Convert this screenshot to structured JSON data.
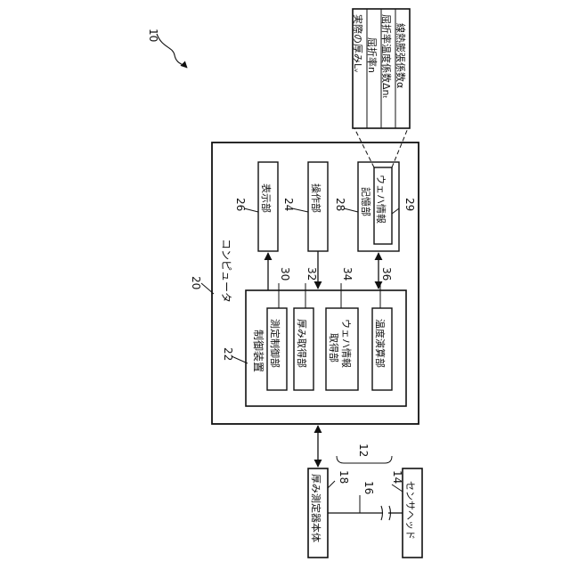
{
  "figure": {
    "ref_system": "10",
    "ref_computer": "20",
    "ref_controller": "22",
    "ref_operation": "24",
    "ref_display": "26",
    "ref_storage": "28",
    "ref_wafer_info": "29",
    "ref_measure_control": "30",
    "ref_thickness_acq": "32",
    "ref_wafer_acq": "34",
    "ref_temp_calc": "36",
    "ref_cable": "12",
    "ref_sensor": "14",
    "ref_fiber": "16",
    "ref_body": "18"
  },
  "labels": {
    "computer": "コンピュータ",
    "controller": "制御装置",
    "measure_control": "測定制御部",
    "thickness_acq": "厚み取得部",
    "wafer_acq_line1": "ウェハ情報",
    "wafer_acq_line2": "取得部",
    "temp_calc": "温度演算部",
    "display": "表示部",
    "operation": "操作部",
    "storage": "記憶部",
    "wafer_info": "ウェハ情報",
    "body": "厚み測定器本体",
    "sensor": "センサヘッド"
  },
  "wafer_table": [
    "実際の厚みLᵥ",
    "屈折率n",
    "屈折率温度係数Δnₜ",
    "線熱膨張係数α"
  ]
}
